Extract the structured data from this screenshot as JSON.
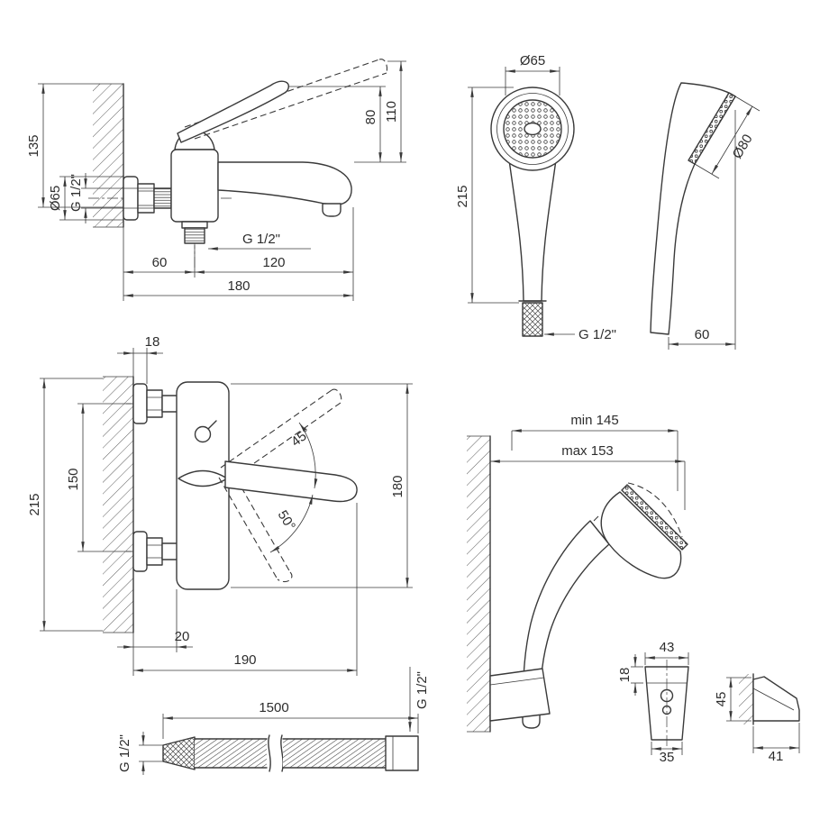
{
  "drawing": {
    "background": "#ffffff",
    "ink_color": "#3a3a3a"
  },
  "mixer_side": {
    "height_135": "135",
    "flange_diameter": "Ø65",
    "inlet_thread": "G 1/2\"",
    "lever_height_80": "80",
    "lever_height_110": "110",
    "outlet_thread": "G 1/2\"",
    "offset_60": "60",
    "spout_reach_120": "120",
    "total_reach_180": "180"
  },
  "handset_front": {
    "head_diameter": "Ø65",
    "length_215": "215",
    "thread": "G 1/2\""
  },
  "handset_side": {
    "face_diameter": "Ø80",
    "depth_60": "60"
  },
  "mixer_front": {
    "flange_depth_18": "18",
    "height_215": "215",
    "centers_150": "150",
    "angle_up": "45°",
    "angle_down": "50°",
    "body_height_180": "180",
    "offset_20": "20",
    "width_190": "190"
  },
  "holder_view": {
    "min_reach": "min 145",
    "max_reach": "max 153"
  },
  "bracket_front": {
    "width_43": "43",
    "depth_18": "18",
    "base_35": "35"
  },
  "bracket_side": {
    "height_45": "45",
    "depth_41": "41"
  },
  "hose": {
    "length_1500": "1500",
    "thread_left": "G 1/2\"",
    "thread_right": "G 1/2\""
  }
}
